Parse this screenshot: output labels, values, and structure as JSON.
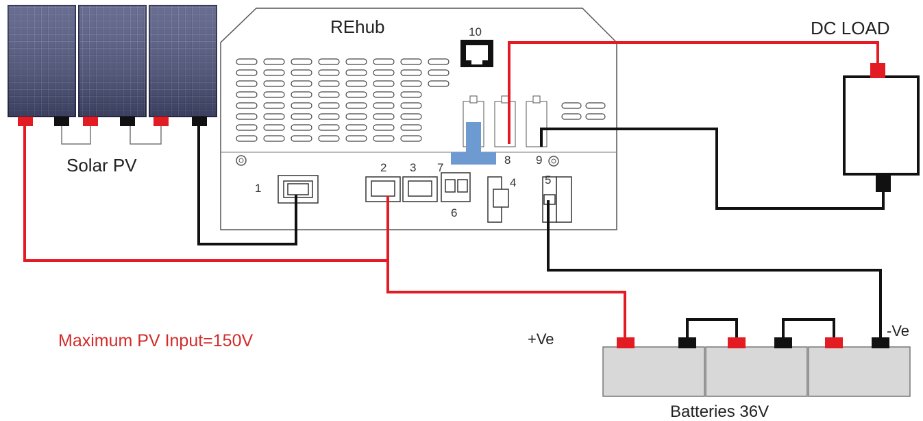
{
  "hub": {
    "title": "REhub",
    "ports": [
      "1",
      "2",
      "3",
      "4",
      "5",
      "6",
      "7",
      "8",
      "9",
      "10"
    ]
  },
  "solar": {
    "label": "Solar PV"
  },
  "load": {
    "label": "DC LOAD"
  },
  "batteries": {
    "label": "Batteries 36V",
    "positive_label": "+Ve",
    "negative_label": "-Ve"
  },
  "note": {
    "text": "Maximum PV Input=150V"
  },
  "colors": {
    "positive_wire": "#e31b23",
    "negative_wire": "#111111",
    "note_text": "#d42a2a",
    "panel_cell": "#3a3f6e",
    "battery_body": "#d8d8d8",
    "highlight": "#6d9bd1"
  }
}
